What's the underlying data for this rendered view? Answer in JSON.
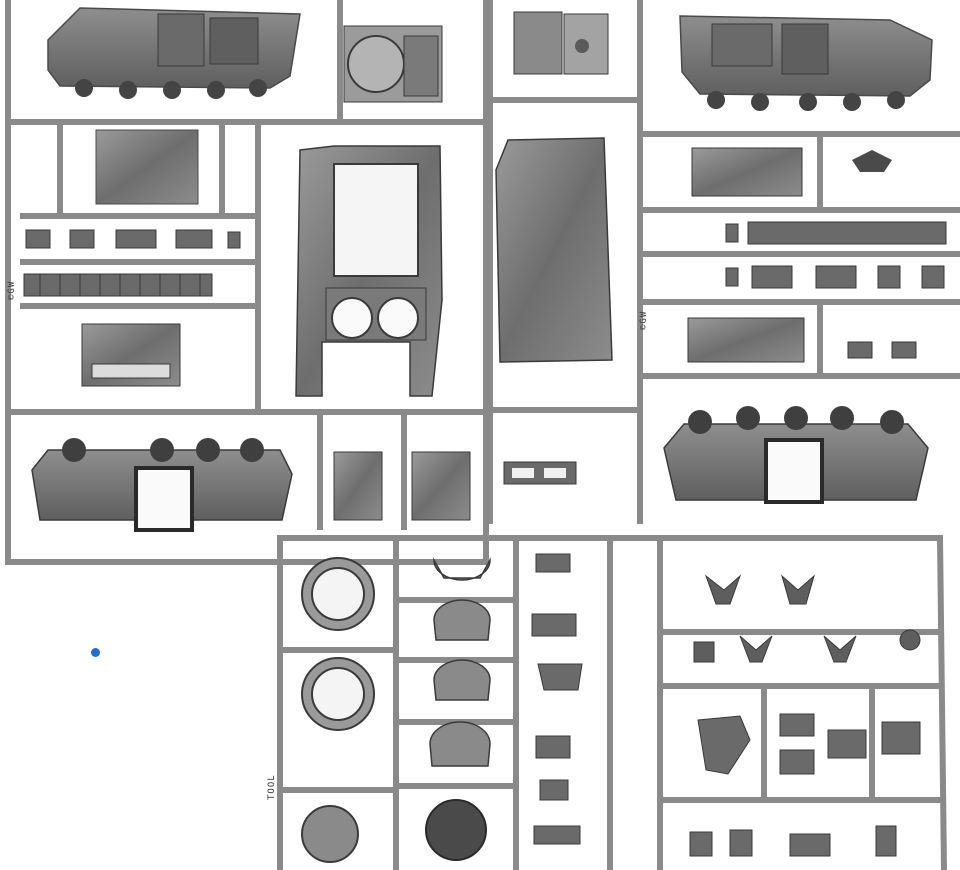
{
  "photo": {
    "subject": "plastic-model-sprue-frames",
    "palette": {
      "background": "#ffffff",
      "sprue_frame": "#8a8a8a",
      "part_body": "#7b7b7b",
      "part_dark": "#3a3a3a",
      "part_light": "#bdbdbd",
      "marker_dot": "#1f6fd1"
    }
  },
  "labels": {
    "left_vertical_copyright": "©GW",
    "middle_vertical_code": "",
    "right_vertical_copyright": "©GW",
    "bottom_vertical_code": "TOOL"
  }
}
